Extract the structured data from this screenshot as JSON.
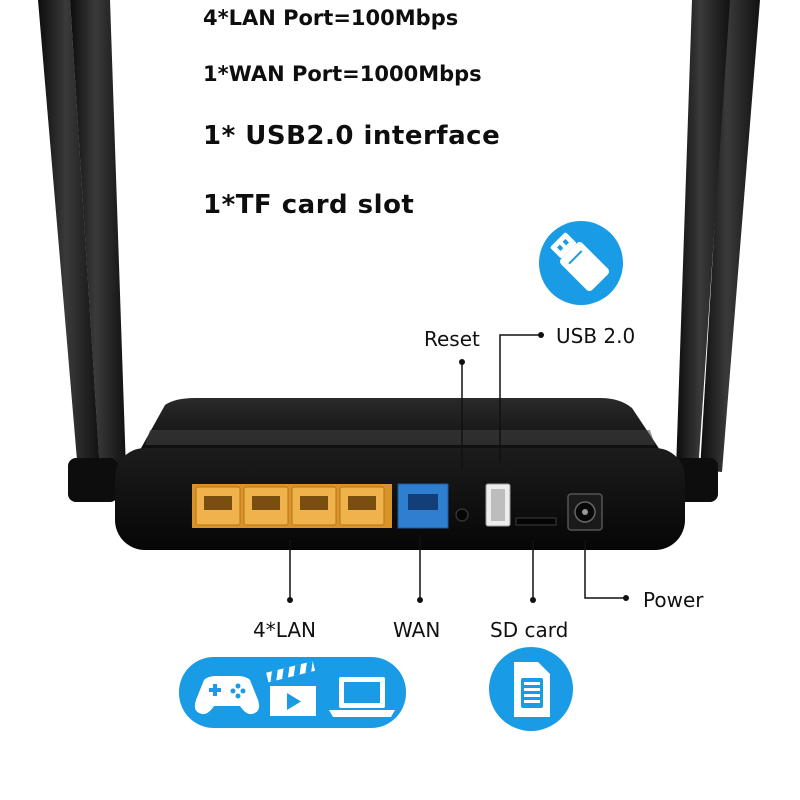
{
  "specs": {
    "line1": "4*LAN Port=100Mbps",
    "line2": "1*WAN Port=1000Mbps",
    "line3": "1* USB2.0 interface",
    "line4": "1*TF card slot"
  },
  "callouts": {
    "reset": "Reset",
    "usb": "USB 2.0",
    "lan": "4*LAN",
    "wan": "WAN",
    "sd": "SD card",
    "power": "Power"
  },
  "icons": {
    "usb_badge": "usb-stick-icon",
    "sim_badge": "sd-card-icon",
    "media_pill": [
      "gamepad-icon",
      "clapperboard-icon",
      "laptop-icon"
    ]
  },
  "colors": {
    "accent_blue": "#1a9be6",
    "lan_port": "#e8a63a",
    "wan_port": "#2f7fd1",
    "router_body": "#151515"
  }
}
